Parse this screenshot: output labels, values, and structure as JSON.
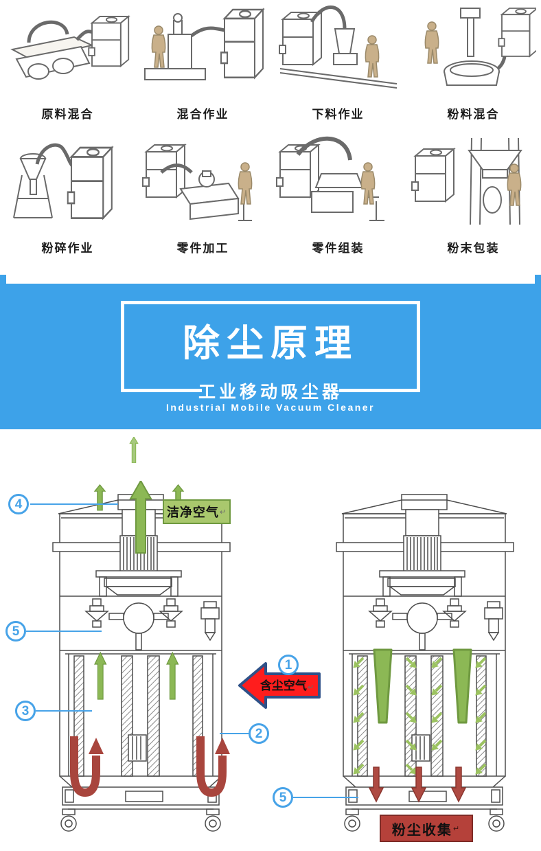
{
  "applications": {
    "items": [
      {
        "label": "原料混合"
      },
      {
        "label": "混合作业"
      },
      {
        "label": "下料作业"
      },
      {
        "label": "粉料混合"
      },
      {
        "label": "粉碎作业"
      },
      {
        "label": "零件加工"
      },
      {
        "label": "零件组装"
      },
      {
        "label": "粉末包装"
      }
    ]
  },
  "banner": {
    "title": "除尘原理",
    "subtitle": "工业移动吸尘器",
    "subtitle_en": "Industrial Mobile Vacuum Cleaner",
    "colors": {
      "background": "#3DA2E9",
      "box_border": "#FFFFFF",
      "text": "#FFFFFF"
    }
  },
  "diagram": {
    "callouts": [
      {
        "number": "4"
      },
      {
        "number": "5"
      },
      {
        "number": "3"
      },
      {
        "number": "1"
      },
      {
        "number": "2"
      },
      {
        "number": "5"
      }
    ],
    "labels": {
      "clean_air": "洁净空气",
      "dusty_air": "含尘空气",
      "dust_collect": "粉尘收集",
      "return_mark": "↵"
    },
    "colors": {
      "callout_blue": "#47A3E8",
      "flow_green": "#8CB855",
      "flow_dark_red": "#AE4A42",
      "inlet_red": "#FF1D1D",
      "inlet_border_blue": "#2E5188",
      "clean_air_bg": "#A9C86D",
      "dust_collect_bg": "#B5413A"
    }
  }
}
